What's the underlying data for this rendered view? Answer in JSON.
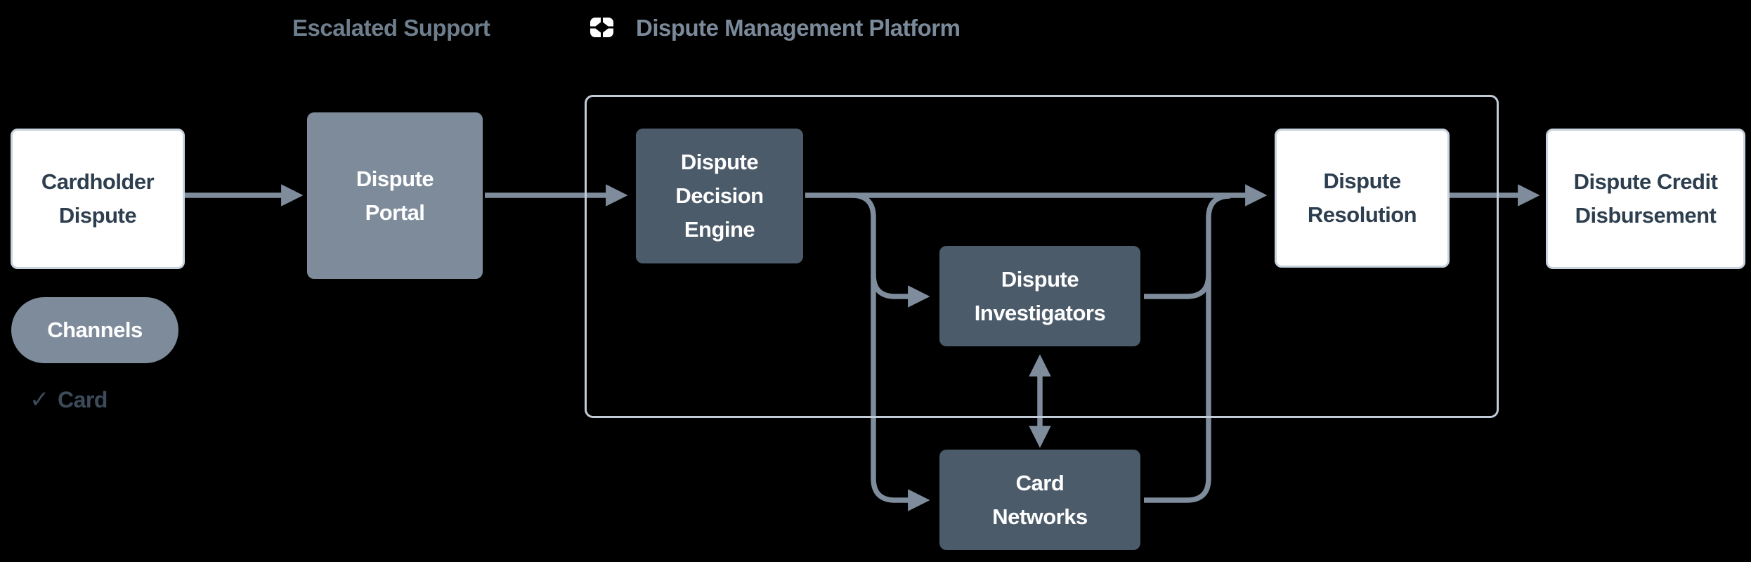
{
  "diagram_title": "Dispute Management Platform",
  "header": {
    "escalated_label": "Escalated Support",
    "platform_label": "Dispute Management Platform",
    "platform_icon": "four-quadrant-diamond-icon"
  },
  "nodes": {
    "cardholder": {
      "label": [
        "Cardholder",
        "Dispute"
      ],
      "style": "white"
    },
    "portal": {
      "label": [
        "Dispute",
        "Portal"
      ],
      "style": "gray"
    },
    "engine": {
      "label": [
        "Dispute",
        "Decision",
        "Engine"
      ],
      "style": "dark"
    },
    "investigators": {
      "label": [
        "Dispute",
        "Investigators"
      ],
      "style": "dark"
    },
    "card_networks": {
      "label": [
        "Card",
        "Networks"
      ],
      "style": "dark"
    },
    "resolution": {
      "label": [
        "Dispute",
        "Resolution"
      ],
      "style": "white"
    },
    "disbursement": {
      "label": [
        "Dispute Credit",
        "Disbursement"
      ],
      "style": "white"
    }
  },
  "legend": {
    "channels_label": "Channels",
    "check_glyph": "✓",
    "channel_items": [
      {
        "icon": "check",
        "label": "Card"
      }
    ]
  },
  "edges": [
    {
      "from": "cardholder",
      "to": "portal",
      "arrow": "end"
    },
    {
      "from": "portal",
      "to": "engine",
      "arrow": "end"
    },
    {
      "from": "engine",
      "to": "resolution",
      "arrow": "end"
    },
    {
      "from": "engine",
      "to": "investigators",
      "arrow": "end"
    },
    {
      "from": "engine",
      "to": "card_networks",
      "arrow": "end"
    },
    {
      "from": "investigators",
      "to": "resolution",
      "arrow": "none"
    },
    {
      "from": "card_networks",
      "to": "resolution",
      "arrow": "none"
    },
    {
      "from": "investigators",
      "to": "card_networks",
      "arrow": "both"
    },
    {
      "from": "resolution",
      "to": "disbursement",
      "arrow": "end"
    }
  ],
  "colors": {
    "background": "#000000",
    "edge": "#7E8C9C",
    "dark_node": "#4C5B6A",
    "gray_node": "#7D8B9B",
    "white_node_border": "#C8D3DF",
    "container_border": "#C2CCD8",
    "dark_text": "#2D3E4F",
    "header_left": "#6E7E8D",
    "header_right": "#7A8A9A",
    "legend_text": "#3C4A59"
  }
}
